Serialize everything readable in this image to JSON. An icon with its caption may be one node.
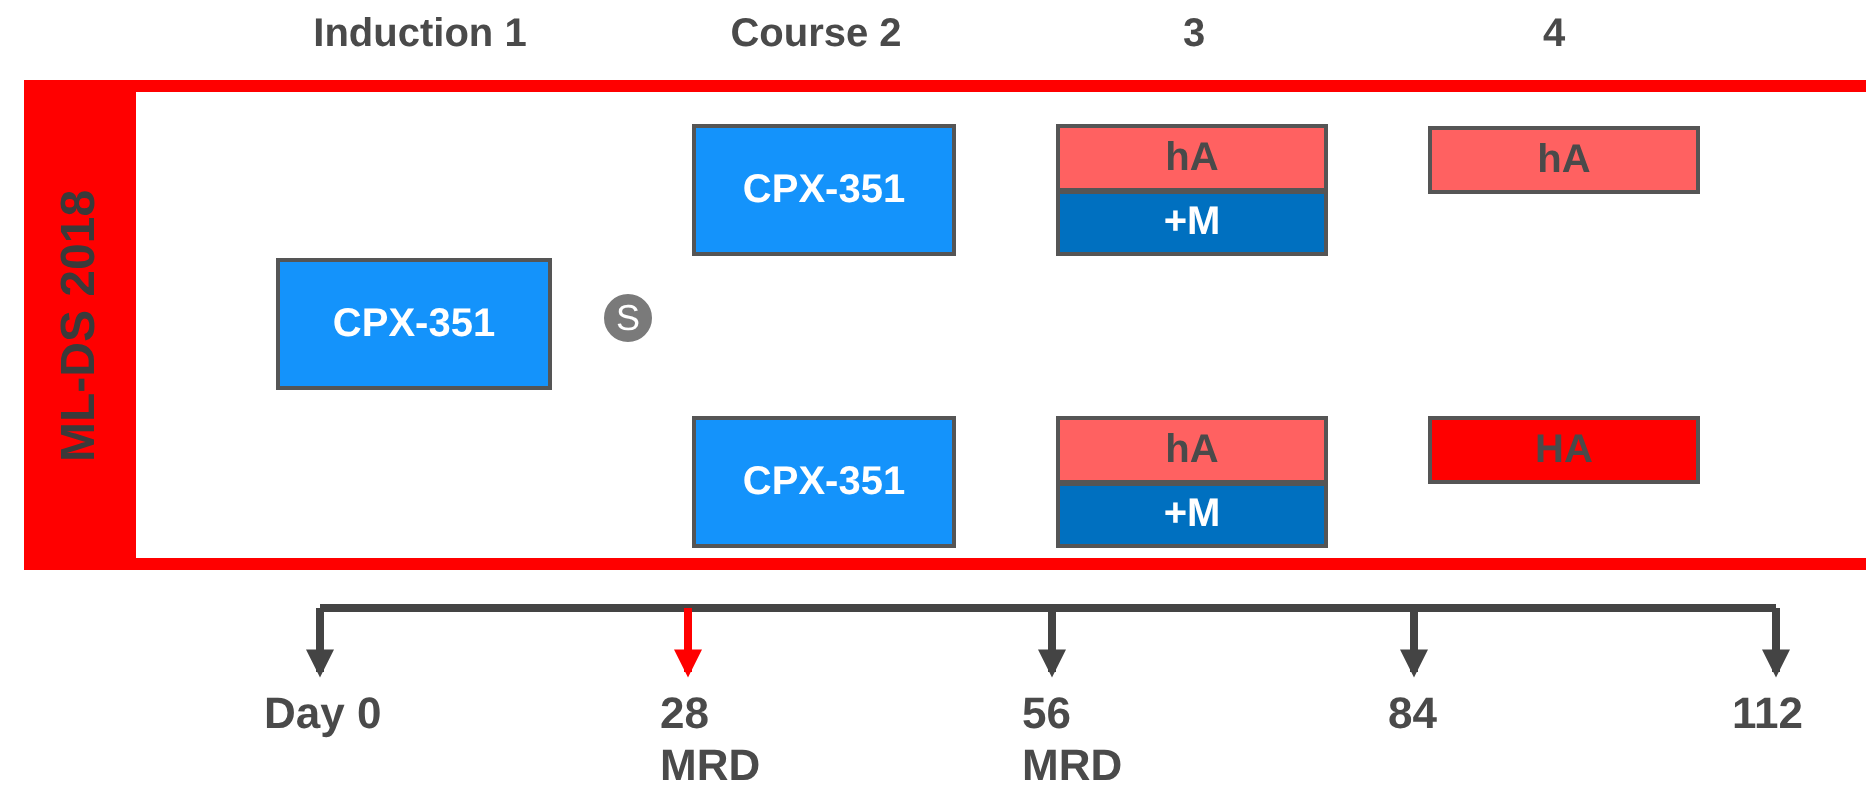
{
  "diagram": {
    "nodes": [
      {
        "text": [
          "ML-DS 2018"
        ]
      },
      {
        "text": [
          "CPX-351"
        ],
        "in": 0
      },
      {
        "text": [
          "S"
        ],
        "in": 0
      },
      {
        "text": [
          "CPX-351"
        ],
        "in": 0
      },
      {
        "text": [
          "hA"
        ],
        "in": 0
      },
      {
        "text": [
          "+M"
        ],
        "in": 0
      },
      {
        "text": [
          "hA"
        ],
        "in": 0
      },
      {
        "text": [
          "CPX-351"
        ],
        "in": 0
      },
      {
        "text": [
          "hA"
        ],
        "in": 0
      },
      {
        "text": [
          "+M"
        ],
        "in": 0
      },
      {
        "text": [
          "HA"
        ],
        "in": 0
      },
      {
        "text": [
          "Day 0"
        ]
      },
      {
        "text": [
          "28",
          "MRD"
        ]
      },
      {
        "text": [
          "56",
          "MRD"
        ]
      },
      {
        "text": [
          "84"
        ]
      },
      {
        "text": [
          "112"
        ]
      }
    ],
    "edges": [
      {
        "from": null,
        "to": 11,
        "arrow": "to"
      },
      {
        "from": null,
        "to": 12,
        "arrow": "to",
        "color": "#ff0000"
      },
      {
        "from": null,
        "to": 13,
        "arrow": "to"
      },
      {
        "from": null,
        "to": 14,
        "arrow": "to"
      },
      {
        "from": null,
        "to": 15,
        "arrow": "to"
      }
    ],
    "labels": [
      "Induction 1",
      "Course 2",
      "3",
      "4"
    ]
  }
}
